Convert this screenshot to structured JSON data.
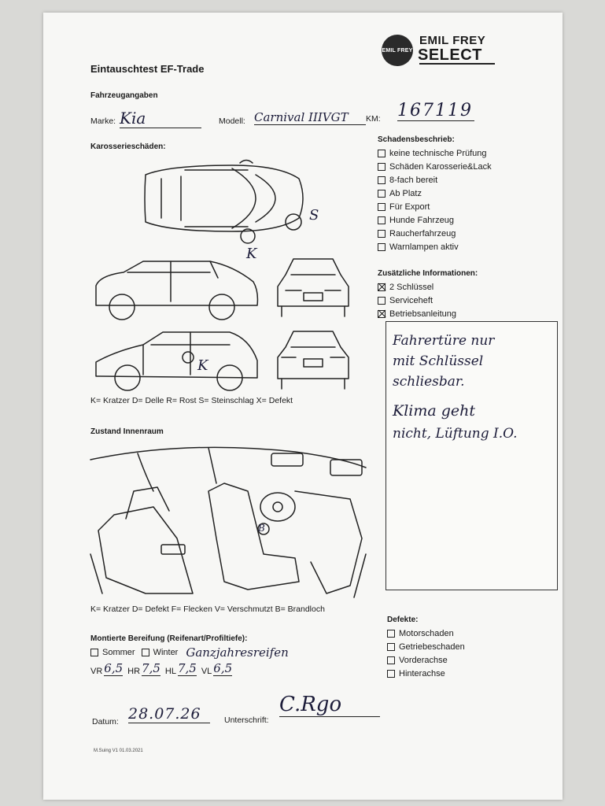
{
  "header": {
    "title": "Eintauschtest EF-Trade",
    "brand_line1": "EMIL FREY",
    "brand_line2": "SELECT",
    "brand_mark": "EMIL FREY"
  },
  "vehicle": {
    "section": "Fahrzeugangaben",
    "make_label": "Marke:",
    "make_value": "Kia",
    "model_label": "Modell:",
    "model_value": "Carnival IIIVGT",
    "km_label": "KM:",
    "km_value": "167119"
  },
  "body_damage": {
    "title": "Karosserieschäden:",
    "marks": [
      "S",
      "K",
      "K"
    ],
    "legend": "K= Kratzer D= Delle R= Rost S= Steinschlag X= Defekt"
  },
  "damage_desc": {
    "title": "Schadensbeschrieb:",
    "items": [
      {
        "label": "keine technische Prüfung",
        "checked": false
      },
      {
        "label": "Schäden Karosserie&Lack",
        "checked": false
      },
      {
        "label": "8-fach bereit",
        "checked": false
      },
      {
        "label": "Ab Platz",
        "checked": false
      },
      {
        "label": "Für Export",
        "checked": false
      },
      {
        "label": "Hunde Fahrzeug",
        "checked": false
      },
      {
        "label": "Raucherfahrzeug",
        "checked": false
      },
      {
        "label": "Warnlampen aktiv",
        "checked": false
      }
    ]
  },
  "additional": {
    "title": "Zusätzliche Informationen:",
    "items": [
      {
        "label": "2 Schlüssel",
        "checked": true
      },
      {
        "label": "Serviceheft",
        "checked": false
      },
      {
        "label": "Betriebsanleitung",
        "checked": true
      }
    ]
  },
  "notes": {
    "lines": [
      "Fahrertüre nur",
      "mit Schlüssel",
      "schliesbar.",
      "Klima geht",
      "nicht, Lüftung I.O."
    ]
  },
  "interior": {
    "title": "Zustand Innenraum",
    "marks": [
      "B"
    ],
    "legend": "K= Kratzer D= Defekt F= Flecken V= Verschmutzt B= Brandloch"
  },
  "tires": {
    "title": "Montierte Bereifung (Reifenart/Profiltiefe):",
    "summer_label": "Sommer",
    "winter_label": "Winter",
    "type_value": "Ganzjahresreifen",
    "vr_label": "VR",
    "vr_value": "6,5",
    "hr_label": "HR",
    "hr_value": "7,5",
    "hl_label": "HL",
    "hl_value": "7,5",
    "vl_label": "VL",
    "vl_value": "6,5"
  },
  "defects": {
    "title": "Defekte:",
    "items": [
      {
        "label": "Motorschaden",
        "checked": false
      },
      {
        "label": "Getriebeschaden",
        "checked": false
      },
      {
        "label": "Vorderachse",
        "checked": false
      },
      {
        "label": "Hinterachse",
        "checked": false
      }
    ]
  },
  "footer": {
    "date_label": "Datum:",
    "date_value": "28.07.26",
    "signature_label": "Unterschrift:",
    "signature_value": "C.Rgo",
    "version": "M.Suing V1 01.03.2021"
  }
}
